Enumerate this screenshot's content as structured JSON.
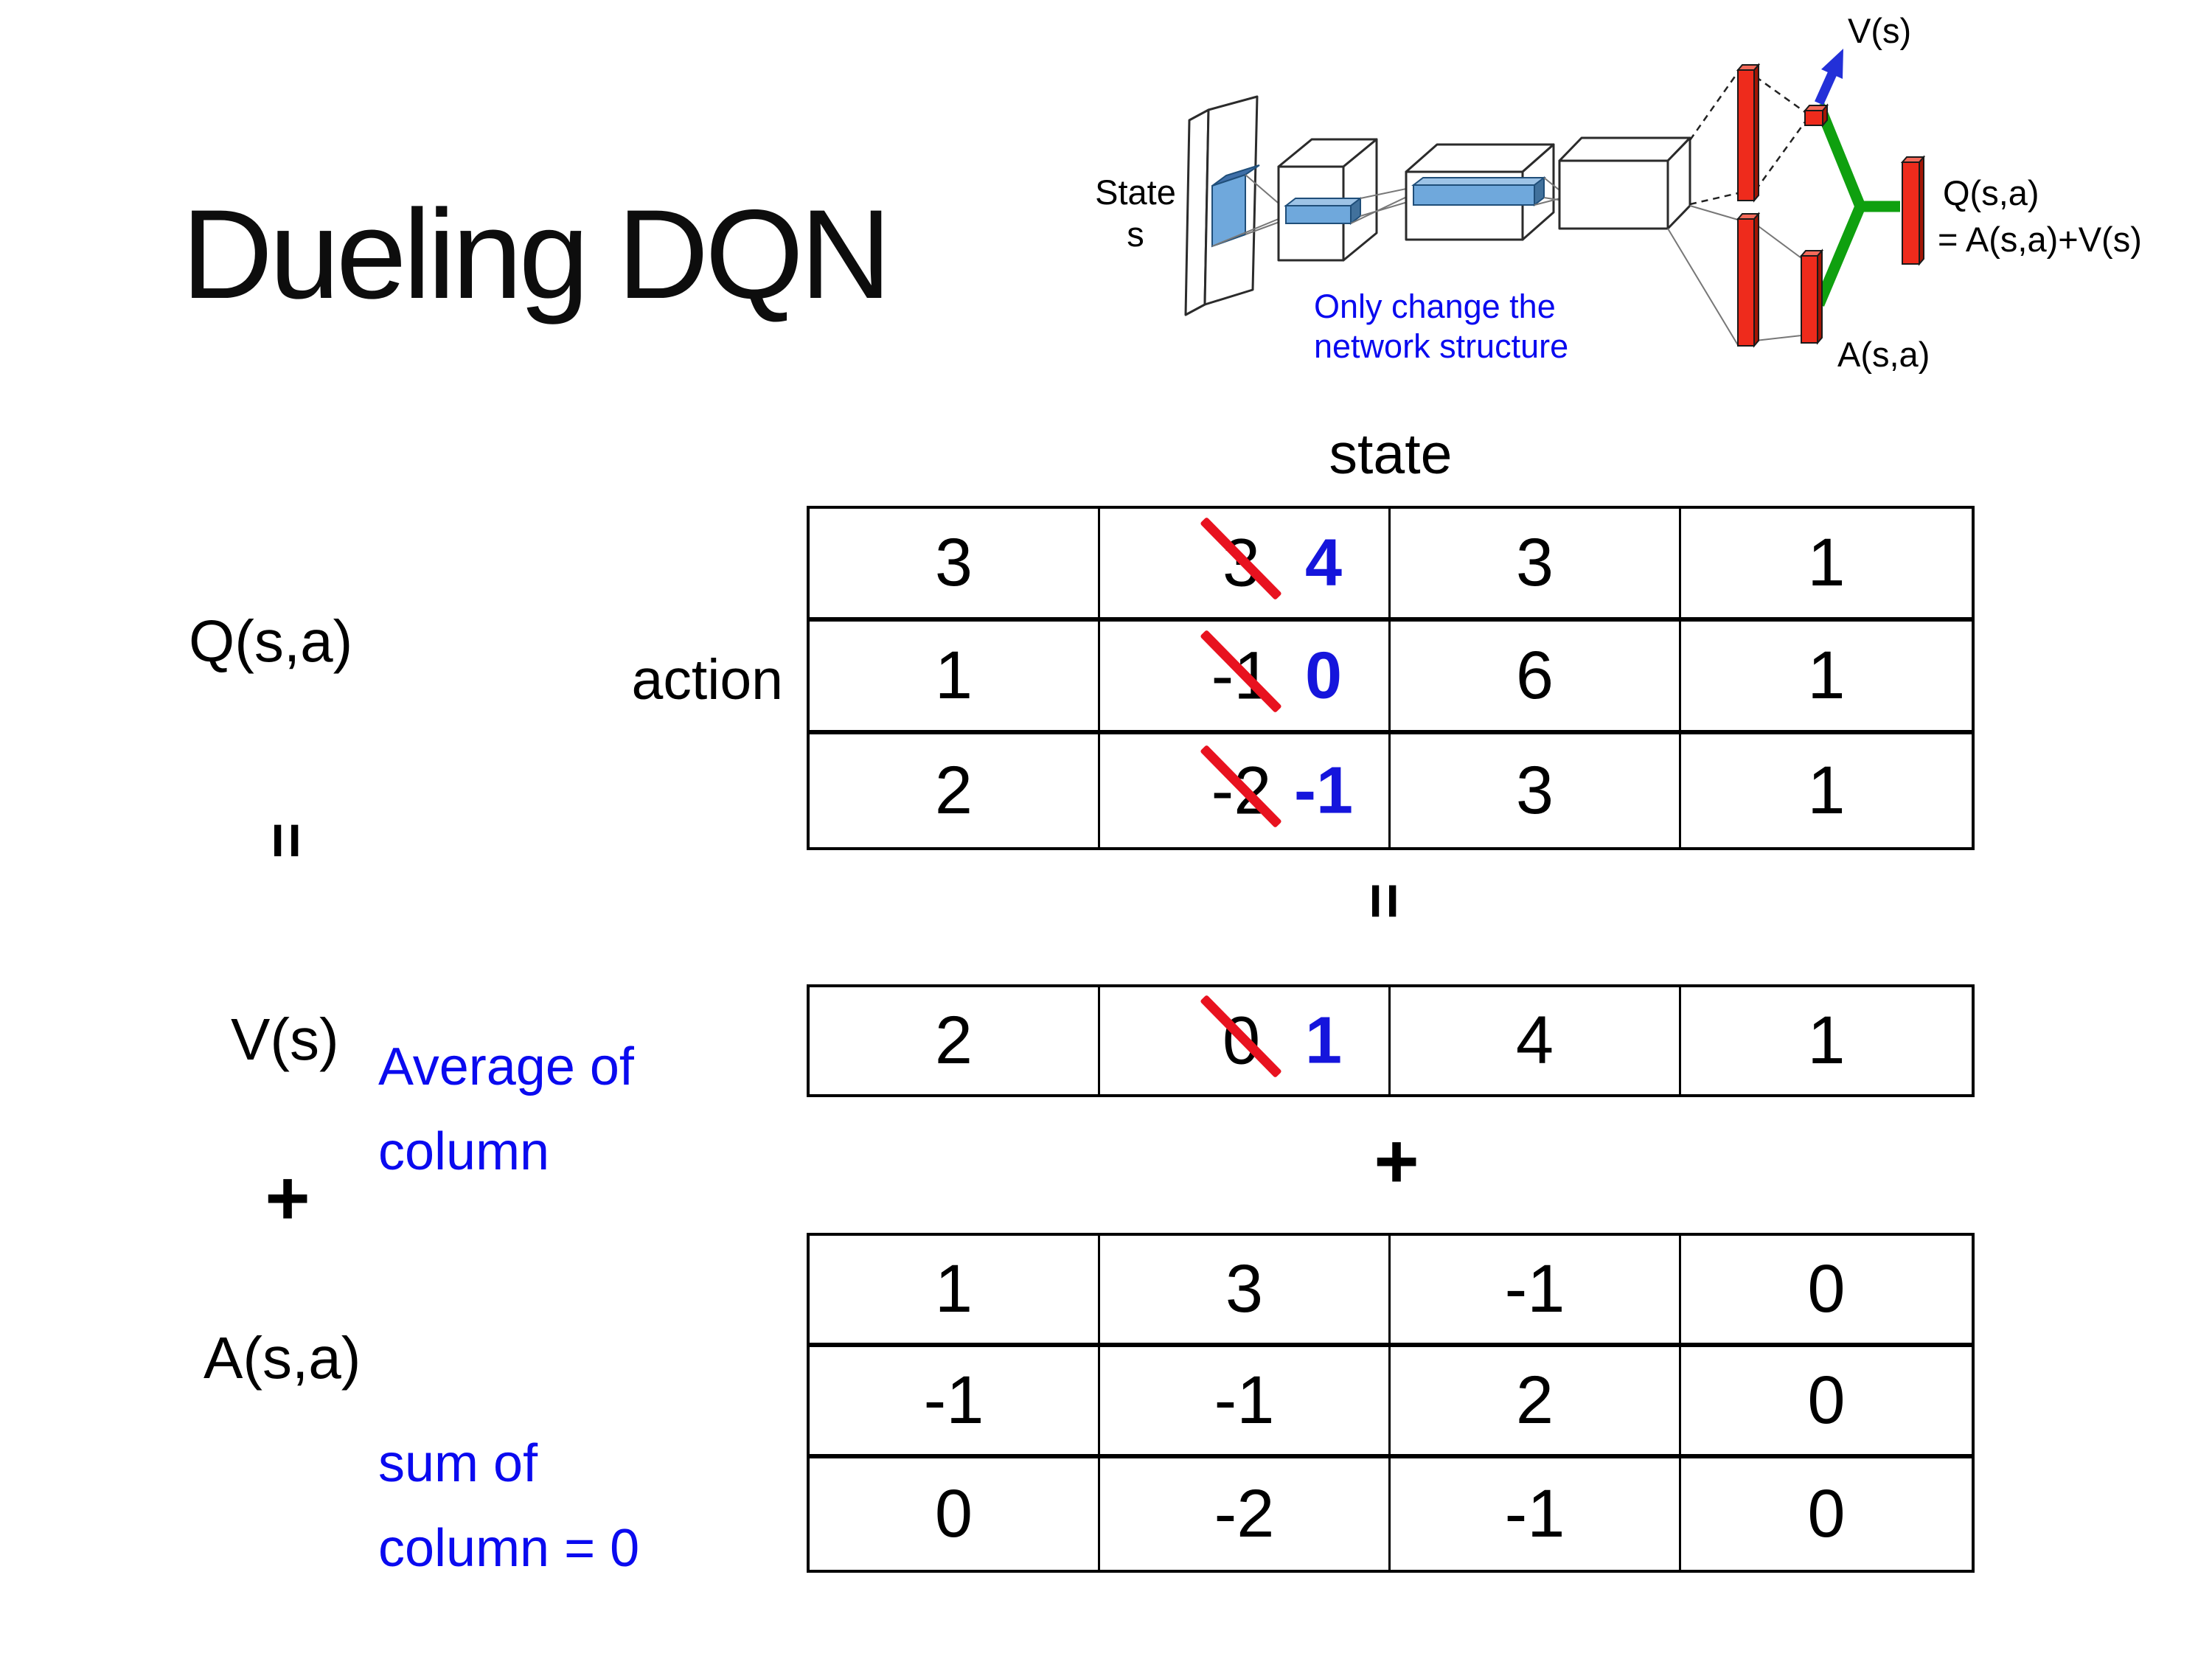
{
  "title": "Dueling DQN",
  "diagram": {
    "state_line1": "State",
    "state_line2": "s",
    "note_line1": "Only change the",
    "note_line2": "network structure",
    "v_out_label": "V(s)",
    "q_out_label": "Q(s,a)",
    "q_out_formula": "= A(s,a)+V(s)",
    "a_out_label": "A(s,a)"
  },
  "labels": {
    "q": "Q(s,a)",
    "v": "V(s)",
    "a": "A(s,a)",
    "action": "action",
    "state_header": "state",
    "equals": "=",
    "plus": "+",
    "avg_line1": "Average of",
    "avg_line2": "column",
    "sum_line1": "sum of",
    "sum_line2": "column = 0"
  },
  "tables": {
    "q": {
      "rows": [
        [
          "3",
          {
            "old": "3",
            "new": "4"
          },
          "3",
          "1"
        ],
        [
          "1",
          {
            "old": "-1",
            "new": "0"
          },
          "6",
          "1"
        ],
        [
          "2",
          {
            "old": "-2",
            "new": "-1"
          },
          "3",
          "1"
        ]
      ]
    },
    "v": {
      "rows": [
        [
          "2",
          {
            "old": "0",
            "new": "1"
          },
          "4",
          "1"
        ]
      ]
    },
    "a": {
      "rows": [
        [
          "1",
          "3",
          "-1",
          "0"
        ],
        [
          "-1",
          "-1",
          "2",
          "0"
        ],
        [
          "0",
          "-2",
          "-1",
          "0"
        ]
      ]
    }
  },
  "colors": {
    "annotation_blue": "#0a0aef",
    "new_value_blue": "#1515dc",
    "strike_red": "#e8121f",
    "bar_red": "#ee2b1c",
    "connector_green": "#0fa00f",
    "arrow_blue": "#2330d8",
    "cnn_box_blue": "#6fa8dc"
  }
}
